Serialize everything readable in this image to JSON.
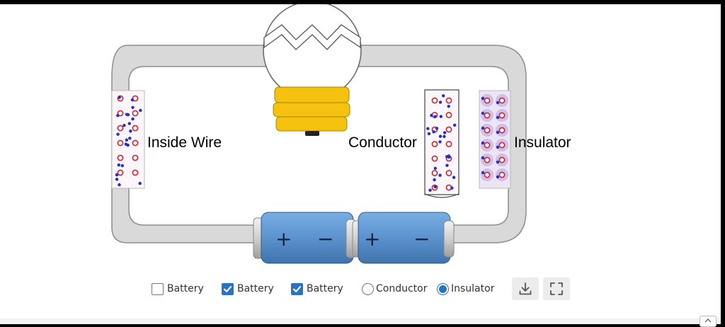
{
  "labels": {
    "inside_wire": "Inside Wire",
    "conductor": "Conductor",
    "insulator": "Insulator"
  },
  "battery_1": {
    "plus": "+",
    "minus": "−"
  },
  "battery_2": {
    "plus": "+",
    "minus": "−"
  },
  "controls": {
    "battery_1": {
      "label": "Battery",
      "checked": false
    },
    "battery_2": {
      "label": "Battery",
      "checked": true
    },
    "battery_3": {
      "label": "Battery",
      "checked": true
    },
    "conductor": {
      "label": "Conductor",
      "selected": false
    },
    "insulator": {
      "label": "Insulator",
      "selected": true
    }
  },
  "icons": {
    "download": "download-icon",
    "fullscreen": "fullscreen-icon",
    "scroll_up": "chevron-up-icon"
  },
  "colors": {
    "wire": "#d9d9d9",
    "wire_outline": "#8e8e8e",
    "bulb_base": "#f5c20f",
    "battery": "#5b93cf",
    "accent": "#2a72c8"
  }
}
